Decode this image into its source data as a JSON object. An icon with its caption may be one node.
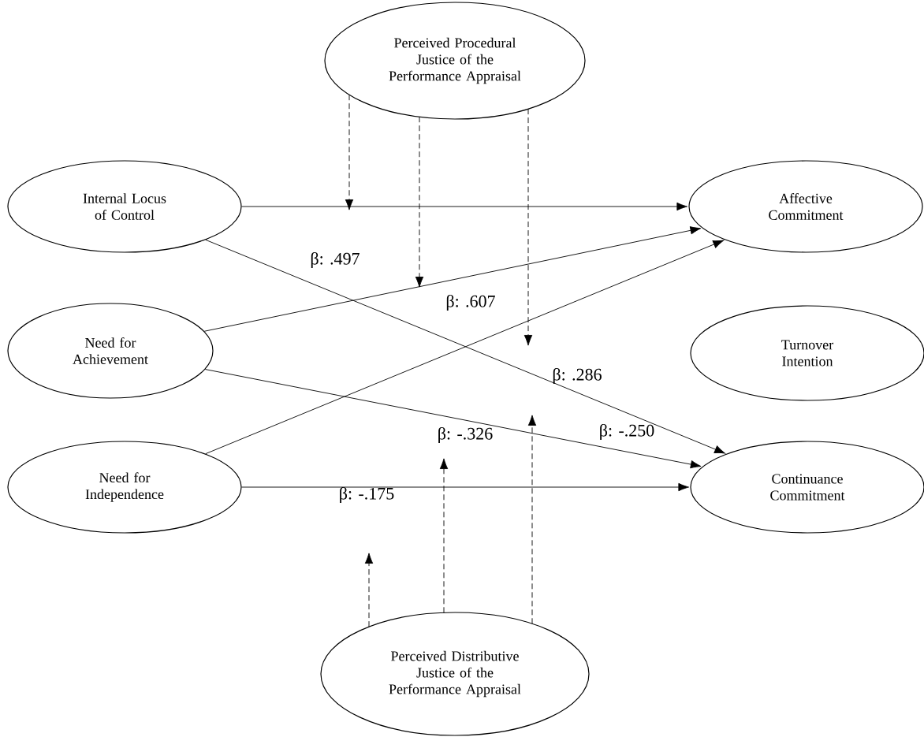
{
  "diagram": {
    "nodes": [
      {
        "text": [
          "Perceived Procedural Justice of the Performance Appraisal"
        ]
      },
      {
        "text": [
          "Internal Locus of Control"
        ]
      },
      {
        "text": [
          "Affective Commitment"
        ]
      },
      {
        "text": [
          "Need for Achievement"
        ]
      },
      {
        "text": [
          "Turnover Intention"
        ]
      },
      {
        "text": [
          "Need for Independence"
        ]
      },
      {
        "text": [
          "Continuance Commitment"
        ]
      },
      {
        "text": [
          "Perceived Distributive Justice of the Performance Appraisal"
        ]
      }
    ],
    "edges": [
      {
        "from": 1,
        "to": 2,
        "arrow": "to"
      },
      {
        "from": 1,
        "to": 6,
        "arrow": "to"
      },
      {
        "from": 3,
        "to": 2,
        "arrow": "to"
      },
      {
        "from": 3,
        "to": 6,
        "arrow": "to"
      },
      {
        "from": 5,
        "to": 2,
        "arrow": "to"
      },
      {
        "from": 5,
        "to": 6,
        "arrow": "to"
      },
      {
        "from": 0,
        "to": null,
        "arrow": "to",
        "style": "dashed"
      },
      {
        "from": 0,
        "to": null,
        "arrow": "to",
        "style": "dashed"
      },
      {
        "from": 0,
        "to": null,
        "arrow": "to",
        "style": "dashed"
      },
      {
        "from": 7,
        "to": null,
        "arrow": "to",
        "style": "dashed"
      },
      {
        "from": 7,
        "to": null,
        "arrow": "to",
        "style": "dashed"
      },
      {
        "from": 7,
        "to": null,
        "arrow": "to",
        "style": "dashed"
      }
    ],
    "labels": [
      "β: .497",
      "β: .607",
      "β: .286",
      "β: -.326",
      "β: -.250",
      "β: -.175"
    ]
  }
}
